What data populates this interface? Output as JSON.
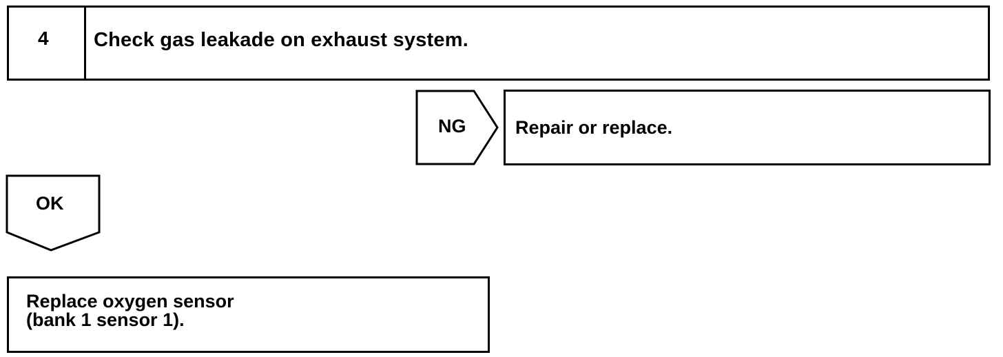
{
  "step": {
    "number": "4",
    "title": "Check gas leakade on exhaust system."
  },
  "ng_branch": {
    "label": "NG",
    "action": "Repair or replace."
  },
  "ok_branch": {
    "label": "OK"
  },
  "final_action": {
    "text": "Replace oxygen sensor\n(bank 1 sensor 1)."
  }
}
